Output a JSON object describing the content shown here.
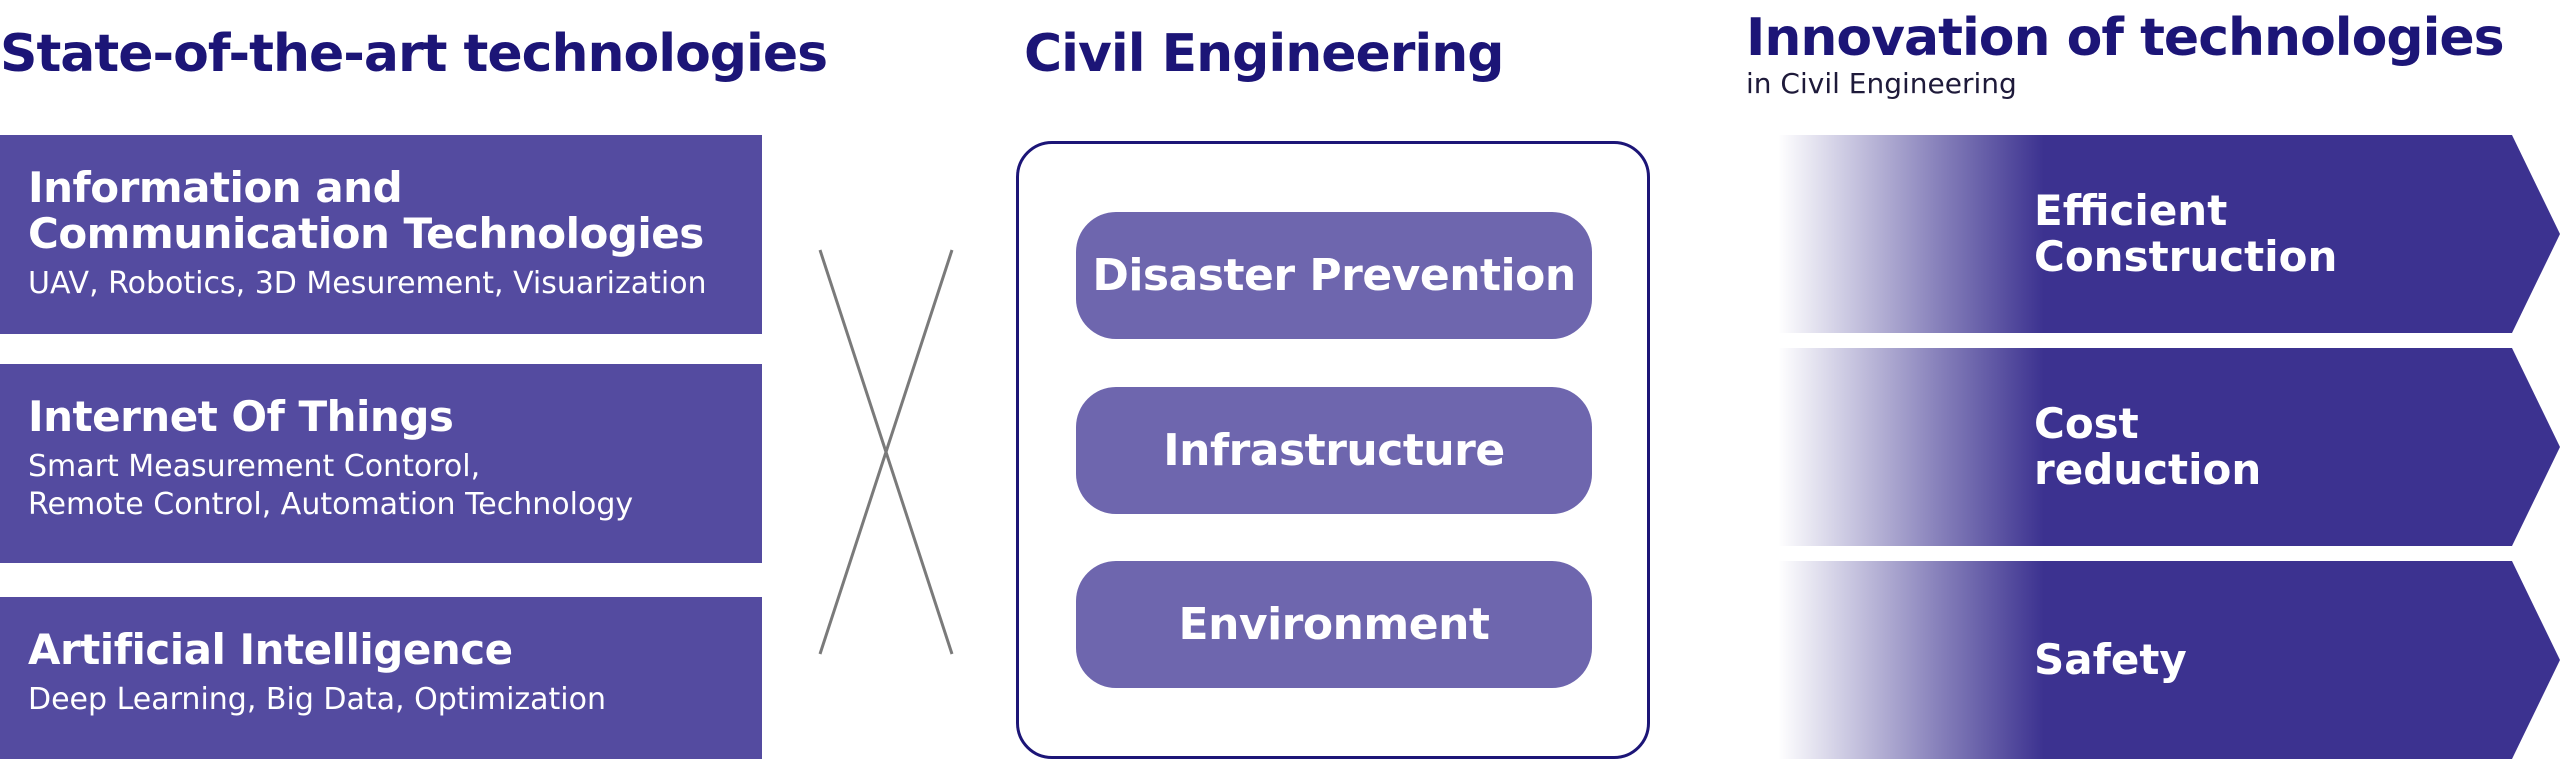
{
  "left": {
    "heading": "State-of-the-art technologies",
    "items": [
      {
        "title": "Information and\nCommunication Technologies",
        "desc": "UAV, Robotics, 3D Mesurement, Visuarization"
      },
      {
        "title": "Internet Of Things",
        "desc": "Smart Measurement Contorol,\nRemote Control, Automation Technology"
      },
      {
        "title": "Artificial Intelligence",
        "desc": "Deep Learning, Big Data, Optimization"
      }
    ]
  },
  "center": {
    "heading": "Civil Engineering",
    "items": [
      "Disaster Prevention",
      "Infrastructure",
      "Environment"
    ]
  },
  "right": {
    "heading": "Innovation of technologies",
    "subheading": "in Civil Engineering",
    "items": [
      "Efficient\nConstruction",
      "Cost\nreduction",
      "Safety"
    ]
  },
  "colors": {
    "heading": "#1c1577",
    "tech_box": "#544ba0",
    "ce_pill": "#6e66ae",
    "chevron": "#3c3290",
    "cross_lines": "#7a7a7a"
  }
}
